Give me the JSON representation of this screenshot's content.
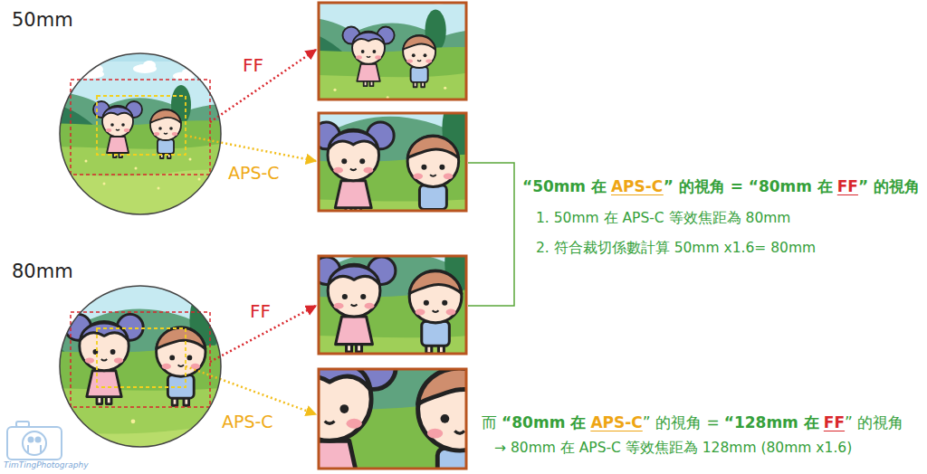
{
  "diagram": {
    "nodes": [
      {
        "text": [
          "50mm"
        ]
      },
      {
        "text": [
          "80mm"
        ]
      }
    ],
    "labels": [
      "FF",
      "APS-C",
      "“50mm 在",
      "APS-C",
      "” 的視角 = “80mm 在",
      "FF",
      "” 的視角",
      "1. 50mm 在 APS-C 等效焦距為 80mm",
      "2. 符合裁切係數計算 50mm x1.6= 80mm",
      "FF",
      "APS-C",
      "而",
      "“80mm 在",
      "APS-C",
      "” 的視角 =",
      "“128mm 在",
      "FF",
      "” 的視角",
      "→ 80mm 在 APS-C 等效焦距為 128mm (80mm x1.6)",
      "TimTingPhotography"
    ]
  }
}
